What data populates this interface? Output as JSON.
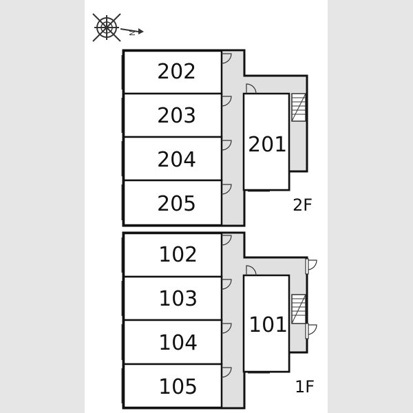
{
  "floor2": {
    "label": "2F",
    "rooms": [
      "202",
      "203",
      "204",
      "205",
      "201"
    ]
  },
  "floor1": {
    "label": "1F",
    "rooms": [
      "102",
      "103",
      "104",
      "105",
      "101"
    ]
  },
  "compass": {
    "label": "N",
    "icon": "compass-icon"
  },
  "colors": {
    "sheet": "#ffffff",
    "background": "#e6e6e6",
    "corridor": "#e0e0e0",
    "wall": "#111111"
  }
}
